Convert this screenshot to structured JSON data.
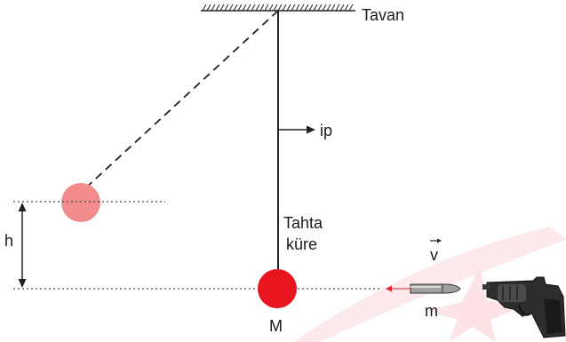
{
  "labels": {
    "ceiling": "Tavan",
    "rope": "ip",
    "block_line1": "Tahta",
    "block_line2": "küre",
    "height": "h",
    "velocity": "v",
    "bullet_mass": "m",
    "sphere_mass": "M"
  },
  "colors": {
    "sphere": "#e8141e",
    "sphere_swung": "#f28c8c",
    "line": "#222222",
    "bullet_trail": "#d9262e",
    "watermark": "#fde3e6"
  },
  "icons": {
    "gun": "revolver-icon",
    "bullet": "bullet-icon",
    "ceiling": "ceiling-hatch-icon"
  }
}
